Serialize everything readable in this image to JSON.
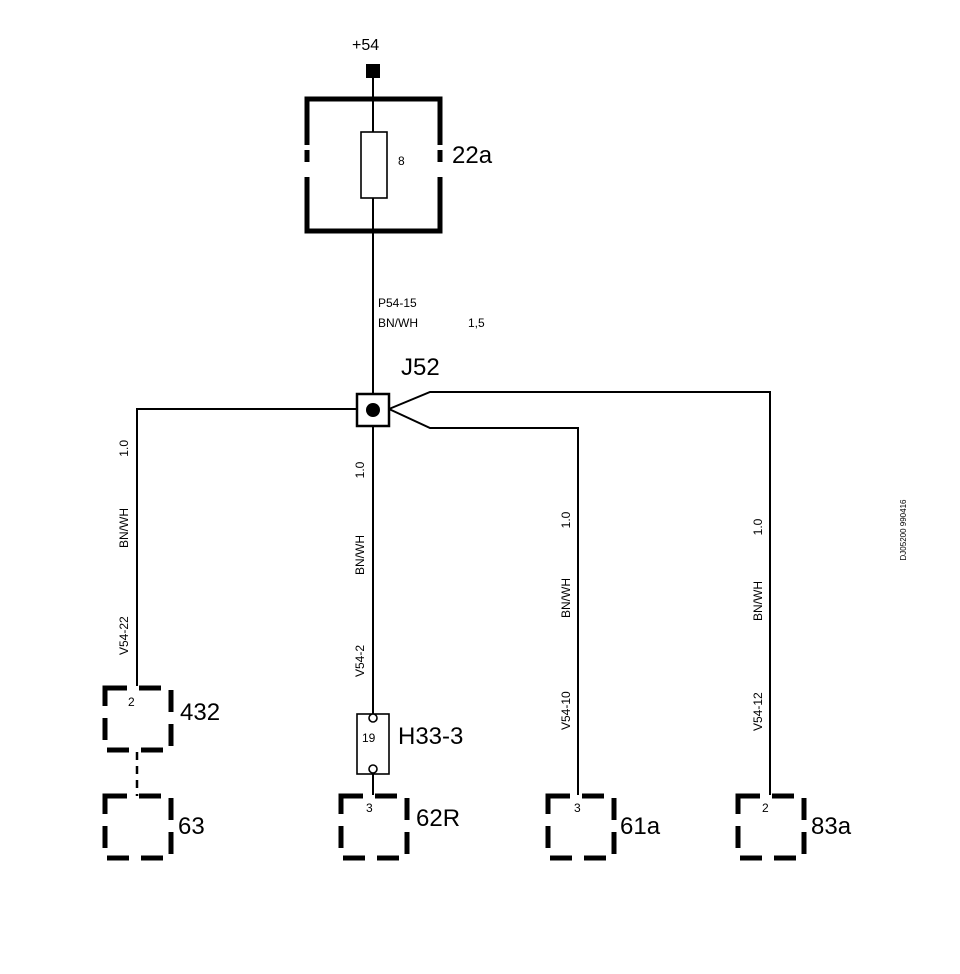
{
  "supply": {
    "label": "+54"
  },
  "fuse": {
    "id": "22a",
    "rating": "8"
  },
  "feed_wire": {
    "circuit": "P54-15",
    "color": "BN/WH",
    "size": "1,5"
  },
  "junction": {
    "id": "J52"
  },
  "branches": [
    {
      "circuit": "V54-22",
      "color": "BN/WH",
      "size": "1.0",
      "pin": "2",
      "component": "432",
      "sub_component": "63"
    },
    {
      "circuit": "V54-2",
      "color": "BN/WH",
      "size": "1.0",
      "connector": "H33-3",
      "connector_pin": "19",
      "pin": "3",
      "component": "62R"
    },
    {
      "circuit": "V54-10",
      "color": "BN/WH",
      "size": "1.0",
      "pin": "3",
      "component": "61a"
    },
    {
      "circuit": "V54-12",
      "color": "BN/WH",
      "size": "1.0",
      "pin": "2",
      "component": "83a"
    }
  ],
  "drawing_id": "DJ05200 990416"
}
